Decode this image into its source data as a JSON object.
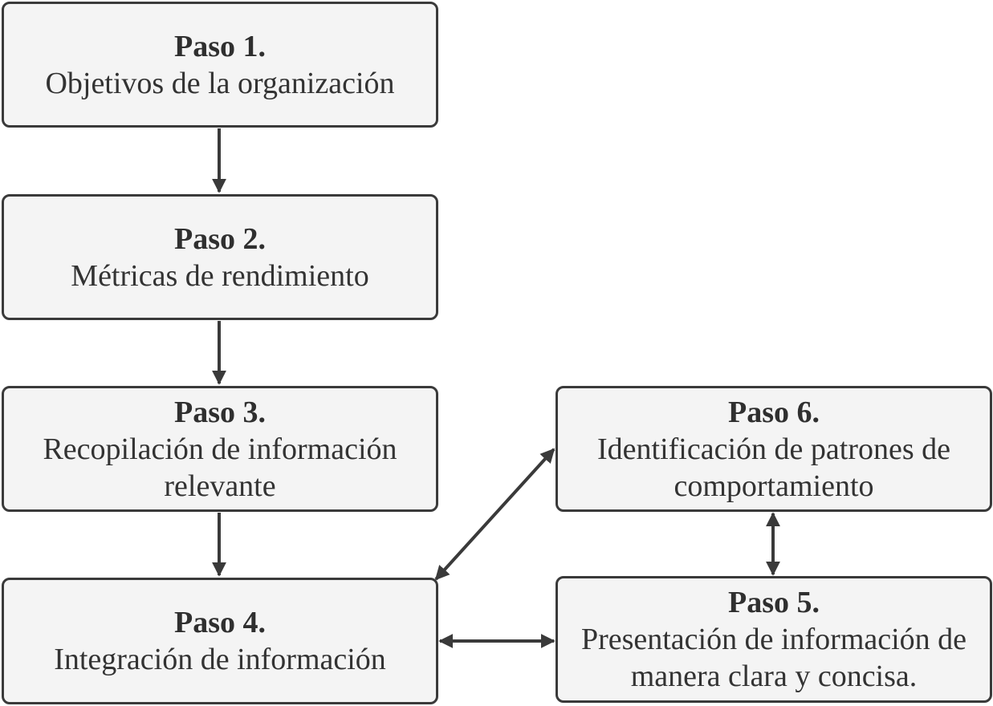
{
  "steps": [
    {
      "id": "1",
      "title": "Paso 1.",
      "lines": [
        "Objetivos de la organización"
      ]
    },
    {
      "id": "2",
      "title": "Paso 2.",
      "lines": [
        "Métricas de rendimiento"
      ]
    },
    {
      "id": "3",
      "title": "Paso 3.",
      "lines": [
        "Recopilación de información",
        "relevante"
      ]
    },
    {
      "id": "4",
      "title": "Paso 4.",
      "lines": [
        "Integración de información"
      ]
    },
    {
      "id": "5",
      "title": "Paso 5.",
      "lines": [
        "Presentación de información de",
        "manera clara y concisa."
      ]
    },
    {
      "id": "6",
      "title": "Paso 6.",
      "lines": [
        "Identificación de patrones de",
        "comportamiento"
      ]
    }
  ],
  "connections": [
    {
      "from": "1",
      "to": "2",
      "direction": "forward"
    },
    {
      "from": "2",
      "to": "3",
      "direction": "forward"
    },
    {
      "from": "3",
      "to": "4",
      "direction": "forward"
    },
    {
      "from": "4",
      "to": "6",
      "direction": "both"
    },
    {
      "from": "4",
      "to": "5",
      "direction": "both"
    },
    {
      "from": "6",
      "to": "5",
      "direction": "both"
    }
  ],
  "colors": {
    "box_fill": "#f4f4f4",
    "box_border": "#3a3a3a",
    "arrow": "#3a3a3a",
    "text": "#333333"
  }
}
